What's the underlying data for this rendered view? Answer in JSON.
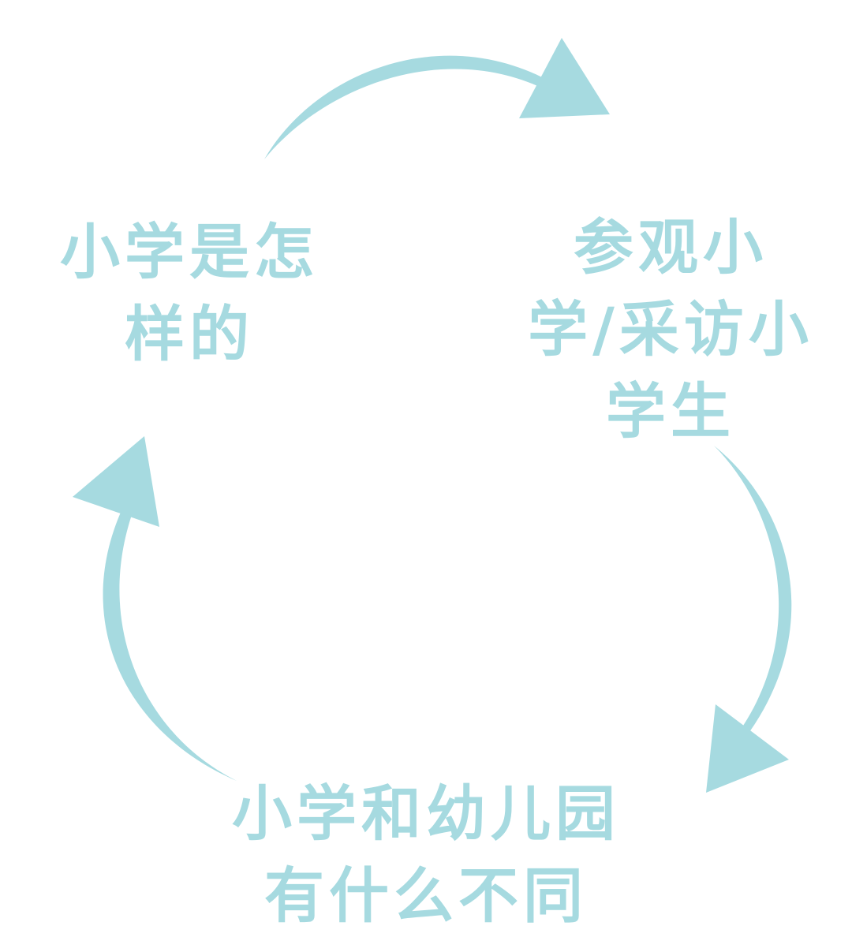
{
  "accent_color": "#a6dae0",
  "nodes": [
    {
      "lines": [
        "小学是怎",
        "样的"
      ]
    },
    {
      "lines": [
        "参观小",
        "学/采访小",
        "学生"
      ]
    },
    {
      "lines": [
        "小学和幼儿园",
        "有什么不同"
      ]
    }
  ]
}
